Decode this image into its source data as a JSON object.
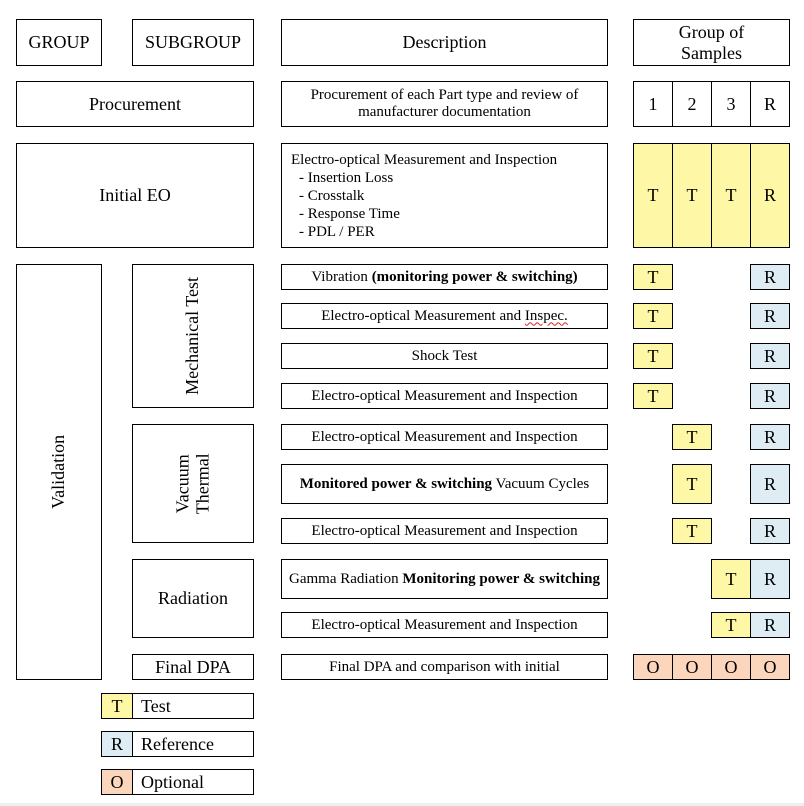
{
  "header": {
    "group": "GROUP",
    "subgroup": "SUBGROUP",
    "description": "Description",
    "samples_line1": "Group of",
    "samples_line2": "Samples"
  },
  "procurement": {
    "label": "Procurement",
    "desc_line1": "Procurement of each Part type and review of",
    "desc_line2": "manufacturer documentation",
    "sample_cols": [
      "1",
      "2",
      "3",
      "R"
    ]
  },
  "initial_eo": {
    "label": "Initial EO",
    "desc_title": "Electro-optical Measurement and Inspection",
    "desc_items": [
      "- Insertion Loss",
      "- Crosstalk",
      "- Response Time",
      "- PDL / PER"
    ],
    "cells": [
      "T",
      "T",
      "T",
      "R"
    ]
  },
  "validation": {
    "label": "Validation",
    "mechanical": {
      "label": "Mechanical Test",
      "rows": [
        {
          "pre": "Vibration ",
          "bold": "(monitoring power & switching)",
          "post": "",
          "t": "T",
          "r": "R"
        },
        {
          "pre": "Electro-optical Measurement and ",
          "squig": "Inspec.",
          "t": "T",
          "r": "R"
        },
        {
          "text": "Shock Test",
          "t": "T",
          "r": "R"
        },
        {
          "text": "Electro-optical Measurement and Inspection",
          "t": "T",
          "r": "R"
        }
      ]
    },
    "vacuum": {
      "label_line1": "Vacuum",
      "label_line2": "Thermal",
      "rows": [
        {
          "text": "Electro-optical Measurement and Inspection",
          "t": "T",
          "r": "R"
        },
        {
          "bold": "Monitored power & switching",
          "post": " Vacuum Cycles",
          "t": "T",
          "r": "R"
        },
        {
          "text": "Electro-optical Measurement and Inspection",
          "t": "T",
          "r": "R"
        }
      ]
    },
    "radiation": {
      "label": "Radiation",
      "rows": [
        {
          "pre": "Gamma Radiation ",
          "bold": "Monitoring power & switching",
          "t": "T",
          "r": "R"
        },
        {
          "text": "Electro-optical Measurement and Inspection",
          "t": "T",
          "r": "R"
        }
      ]
    },
    "final_dpa": {
      "label": "Final DPA",
      "desc": "Final DPA and comparison with initial",
      "cells": [
        "O",
        "O",
        "O",
        "O"
      ]
    }
  },
  "legend": [
    {
      "key": "T",
      "label": "Test",
      "color": "#fdf7a6"
    },
    {
      "key": "R",
      "label": "Reference",
      "color": "#ddedf3"
    },
    {
      "key": "O",
      "label": "Optional",
      "color": "#fbd5bc"
    }
  ]
}
